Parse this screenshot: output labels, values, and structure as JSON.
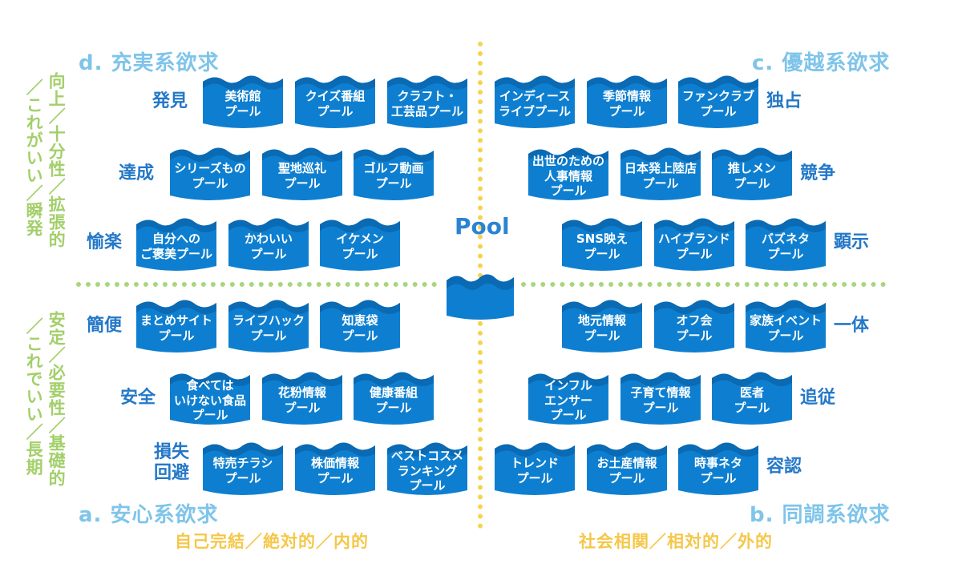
{
  "center": {
    "logo": "Pool"
  },
  "quadrants": {
    "d": {
      "title": "d. 充実系欲求"
    },
    "c": {
      "title": "c. 優越系欲求"
    },
    "a": {
      "title": "a. 安心系欲求"
    },
    "b": {
      "title": "b. 同調系欲求"
    }
  },
  "axis_bottom": {
    "left": "自己完結／絶対的／内的",
    "right": "社会相関／相対的／外的"
  },
  "axis_side": {
    "upper_col1": "向上／十分性／拡張的",
    "upper_col2": "／これがいい／瞬発",
    "lower_col1": "安定／必要性／基礎的",
    "lower_col2": "／これでいい／長期"
  },
  "categories": {
    "hakken": "発見",
    "tassei": "達成",
    "yuraku": "愉楽",
    "dokusen": "独占",
    "kyoso": "競争",
    "kenji": "顕示",
    "kanben": "簡便",
    "anzen": "安全",
    "sonshitsu": "損失\n回避",
    "ittai": "一体",
    "tsuiju": "追従",
    "yonin": "容認"
  },
  "pools": {
    "d_row1": [
      "美術館\nプール",
      "クイズ番組\nプール",
      "クラフト・\n工芸品プール"
    ],
    "d_row2": [
      "シリーズもの\nプール",
      "聖地巡礼\nプール",
      "ゴルフ動画\nプール"
    ],
    "d_row3": [
      "自分への\nご褒美プール",
      "かわいい\nプール",
      "イケメン\nプール"
    ],
    "c_row1": [
      "インディース\nライブプール",
      "季節情報\nプール",
      "ファンクラブ\nプール"
    ],
    "c_row2": [
      "出世のための\n人事情報\nプール",
      "日本発上陸店\nプール",
      "推しメン\nプール"
    ],
    "c_row3": [
      "SNS映え\nプール",
      "ハイブランド\nプール",
      "バズネタ\nプール"
    ],
    "a_row1": [
      "まとめサイト\nプール",
      "ライフハック\nプール",
      "知恵袋\nプール"
    ],
    "a_row2": [
      "食べては\nいけない食品\nプール",
      "花粉情報\nプール",
      "健康番組\nプール"
    ],
    "a_row3": [
      "特売チラシ\nプール",
      "株価情報\nプール",
      "ベストコスメ\nランキング\nプール"
    ],
    "b_row1": [
      "地元情報\nプール",
      "オフ会\nプール",
      "家族イベント\nプール"
    ],
    "b_row2": [
      "インフル\nエンサー\nプール",
      "子育て情報\nプール",
      "医者\nプール"
    ],
    "b_row3": [
      "トレンド\nプール",
      "お土産情報\nプール",
      "時事ネタ\nプール"
    ]
  },
  "colors": {
    "pool": "#0e7fd0",
    "pool_dark": "#0a6ab3",
    "category": "#2478c8",
    "title": "#7fc4ea",
    "axis": "#f5c74a",
    "side": "#a3cf6a"
  }
}
